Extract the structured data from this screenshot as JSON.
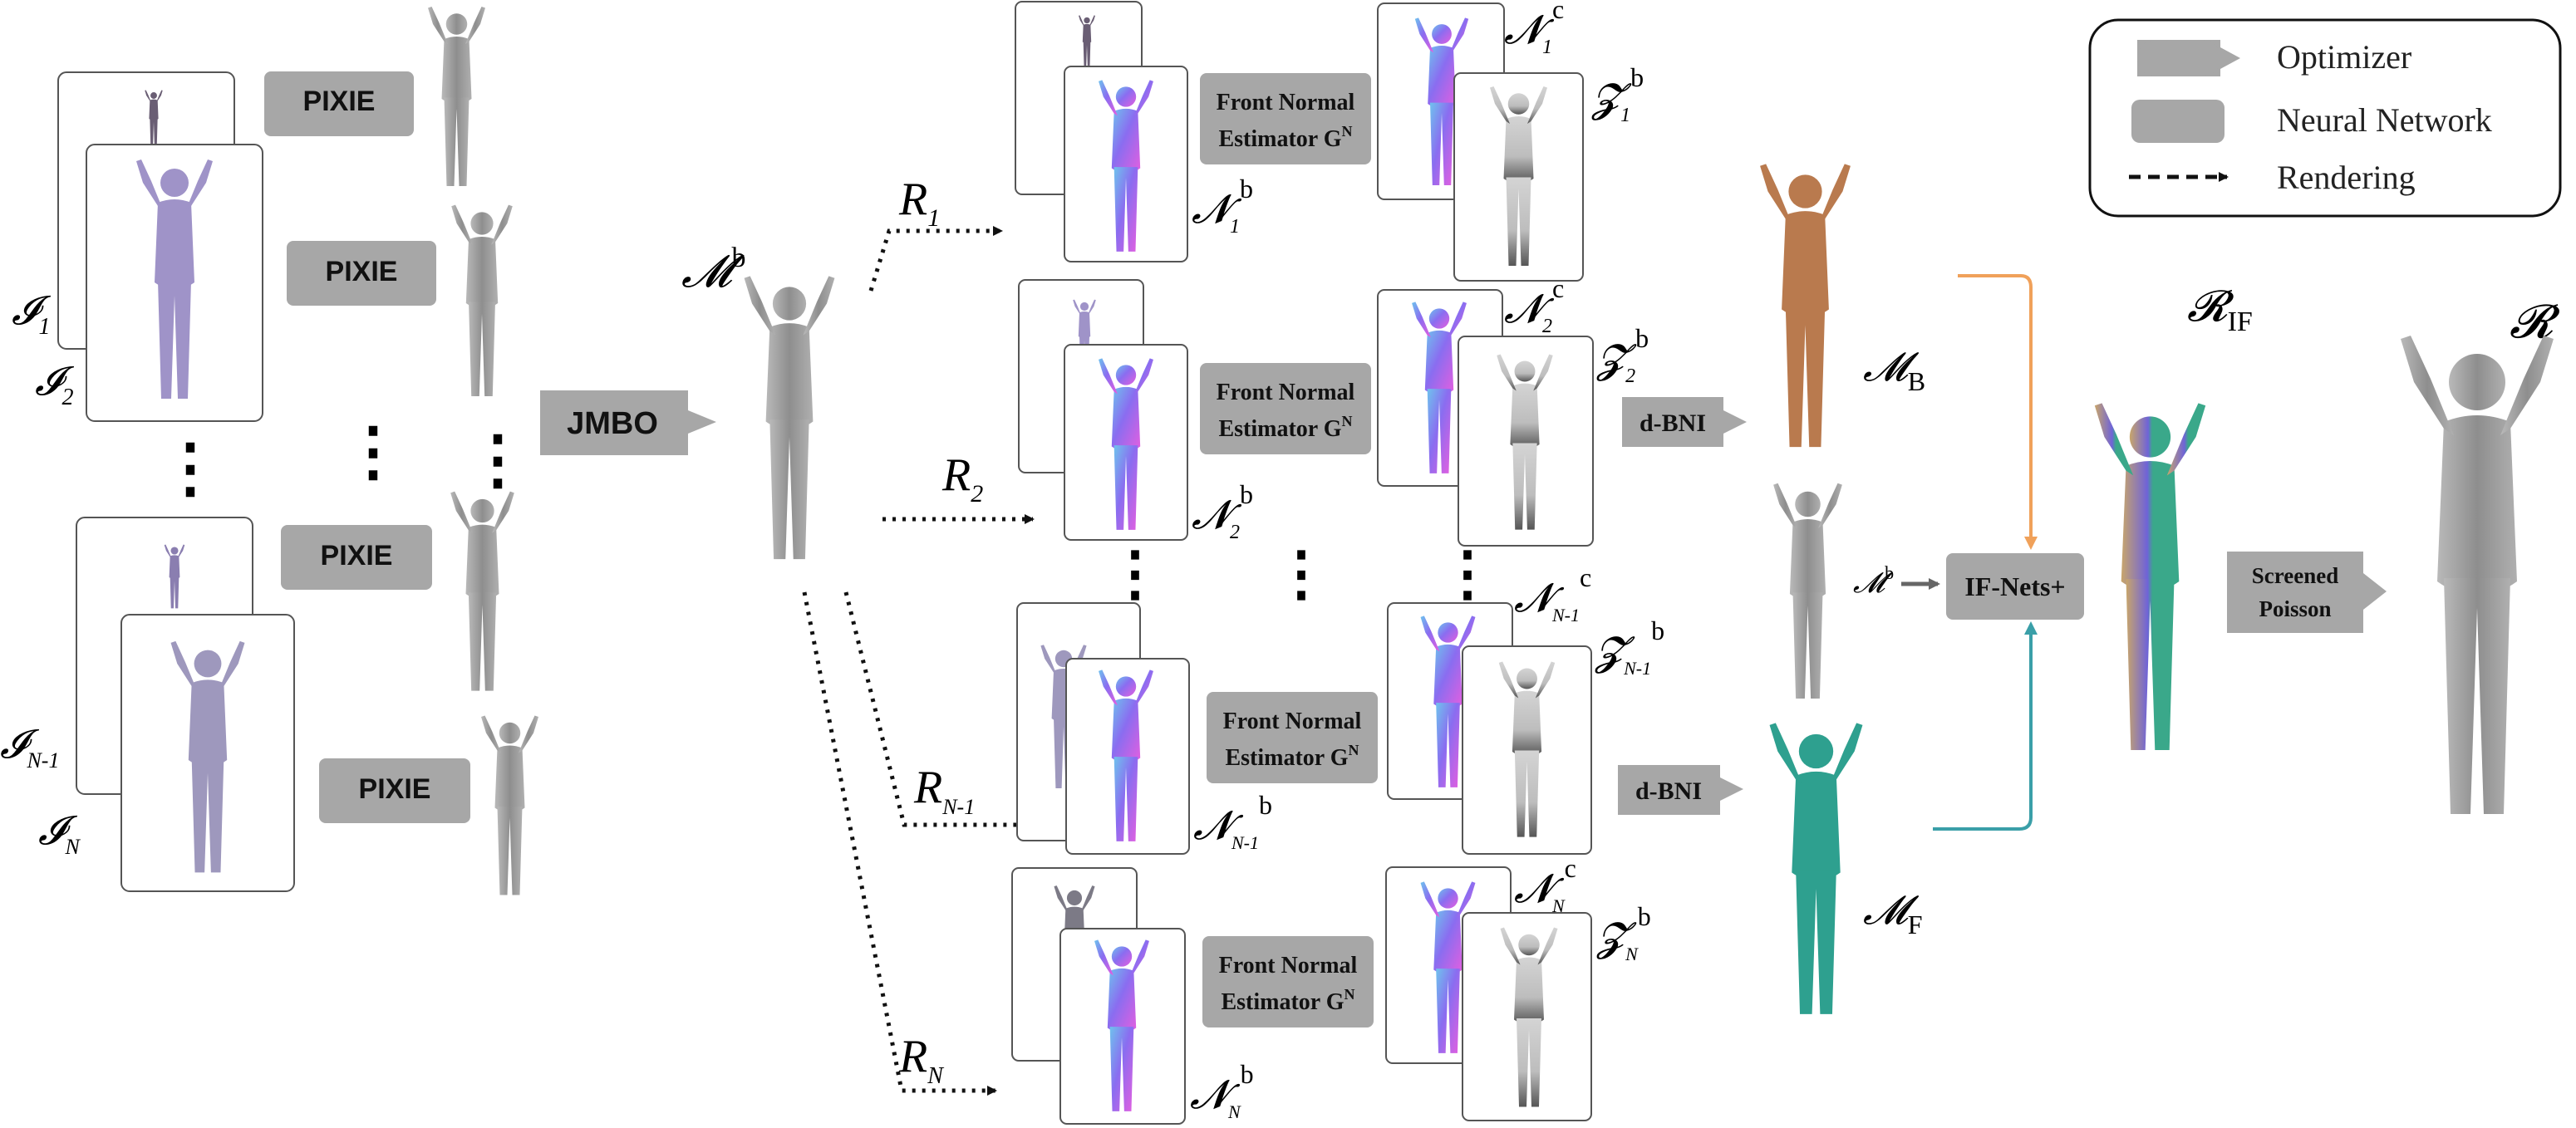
{
  "boxes": {
    "pixie": "PIXIE",
    "jmbo": "JMBO",
    "front_normal_line1": "Front Normal",
    "front_normal_line2": "Estimator G",
    "front_normal_sup": "N",
    "dbni": "d-BNI",
    "ifnets": "IF-Nets+",
    "screened_line1": "Screened",
    "screened_line2": "Poisson"
  },
  "legend": {
    "optimizer": "Optimizer",
    "neural_network": "Neural Network",
    "rendering": "Rendering"
  },
  "symbols": {
    "I": "𝓘",
    "N": "𝓝",
    "M": "𝓜",
    "Z": "𝓩",
    "R_script": "𝓡",
    "R_plain": "R",
    "b": "b",
    "c": "c",
    "B": "B",
    "F": "F",
    "IF": "IF",
    "sub_1": "1",
    "sub_2": "2",
    "sub_N1": "N-1",
    "sub_N": "N",
    "dots": "⋮"
  },
  "colors": {
    "box_gray": "#a7a7a7",
    "back_mesh": "#b97a4e",
    "front_mesh": "#2ea08f",
    "orange_arrow": "#f0a15a",
    "teal_arrow": "#3a9fa8",
    "normal_purple": "#8f68ee",
    "body_gray": "#999999"
  }
}
